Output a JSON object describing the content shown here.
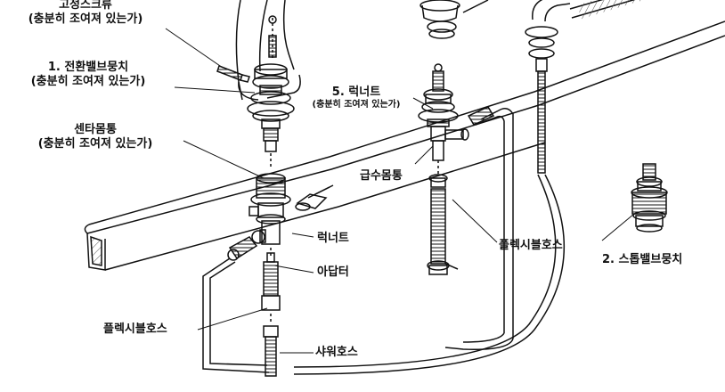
{
  "labels": {
    "fixing_screw": {
      "title": "고정스크류",
      "note": "(충분히 조여져 있는가)"
    },
    "diverter_valve": {
      "title": "1. 전환밸브뭉치",
      "note": "(충분히 조여져 있는가)"
    },
    "center_body": {
      "title": "센타몸통",
      "note": "(충분히 조여져 있는가)"
    },
    "lock_nut_5": {
      "title": "5. 럭너트",
      "note": "(충분히 조여져 있는가)"
    },
    "supply_body": "급수몸통",
    "lock_nut": "럭너트",
    "adapter": "아답터",
    "flexible_hose_right": "플렉시블호스",
    "flexible_hose_left": "플렉시블호스",
    "stop_valve": "2. 스톱밸브뭉치",
    "shower_hose": "샤워호스"
  },
  "colors": {
    "line": "#111111",
    "background": "#ffffff",
    "hatch": "#555555"
  }
}
